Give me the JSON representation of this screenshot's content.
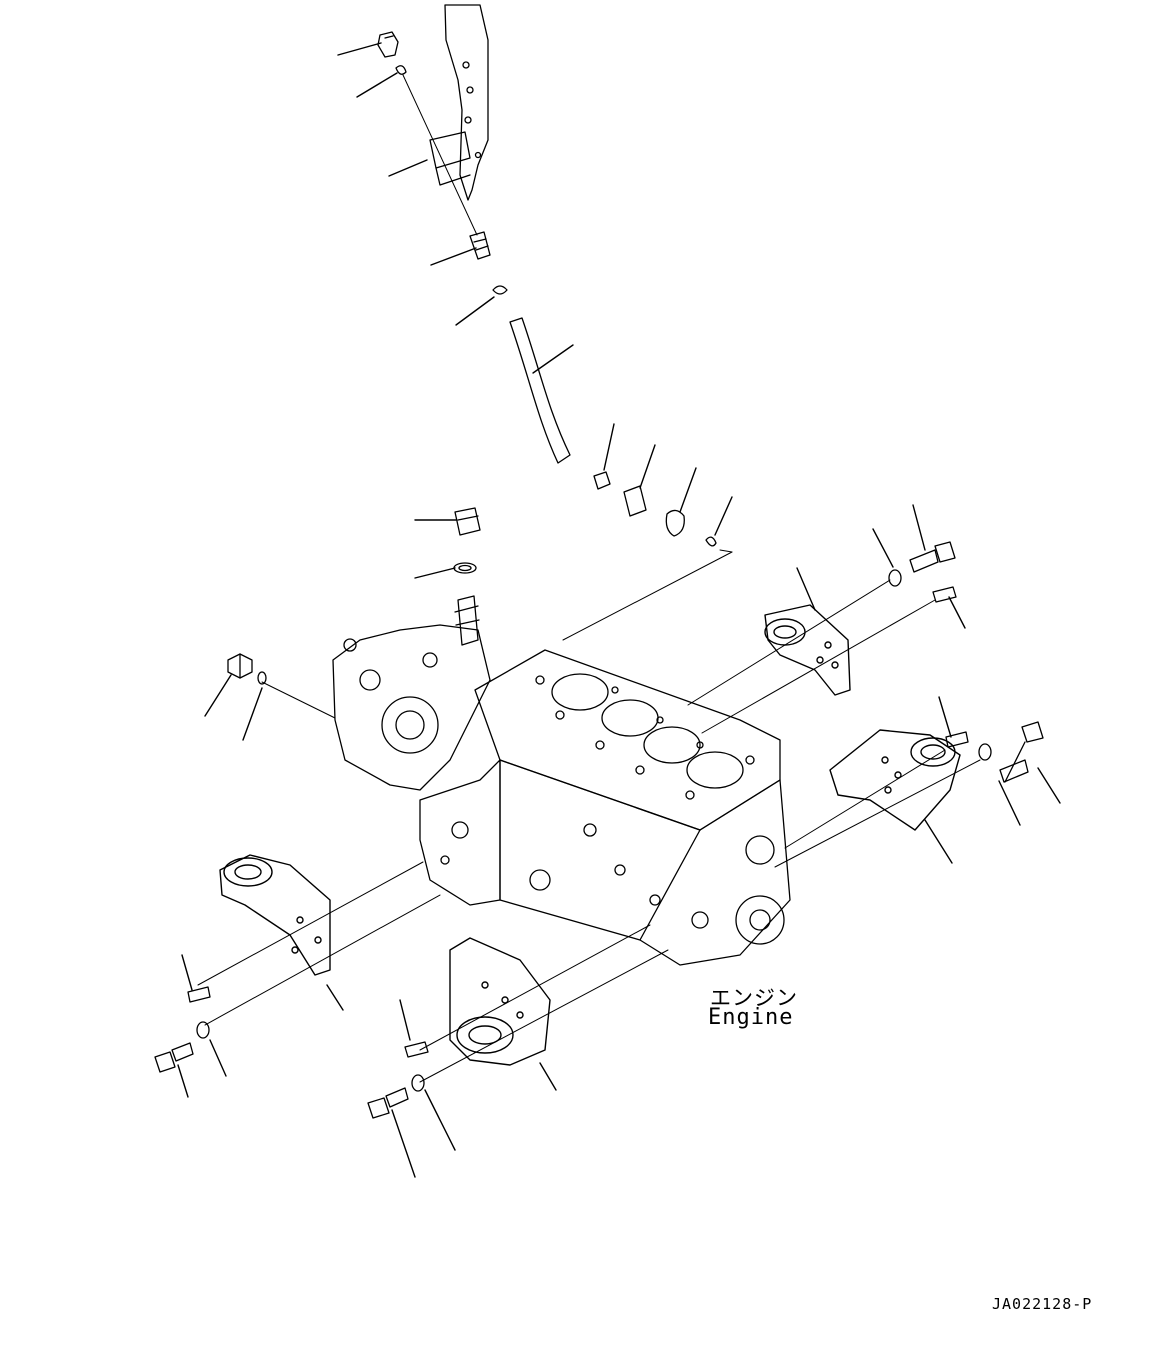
{
  "labels": {
    "engine_jp": "エンジン",
    "engine_en": "Engine",
    "figure_code": "JA022128-P"
  }
}
